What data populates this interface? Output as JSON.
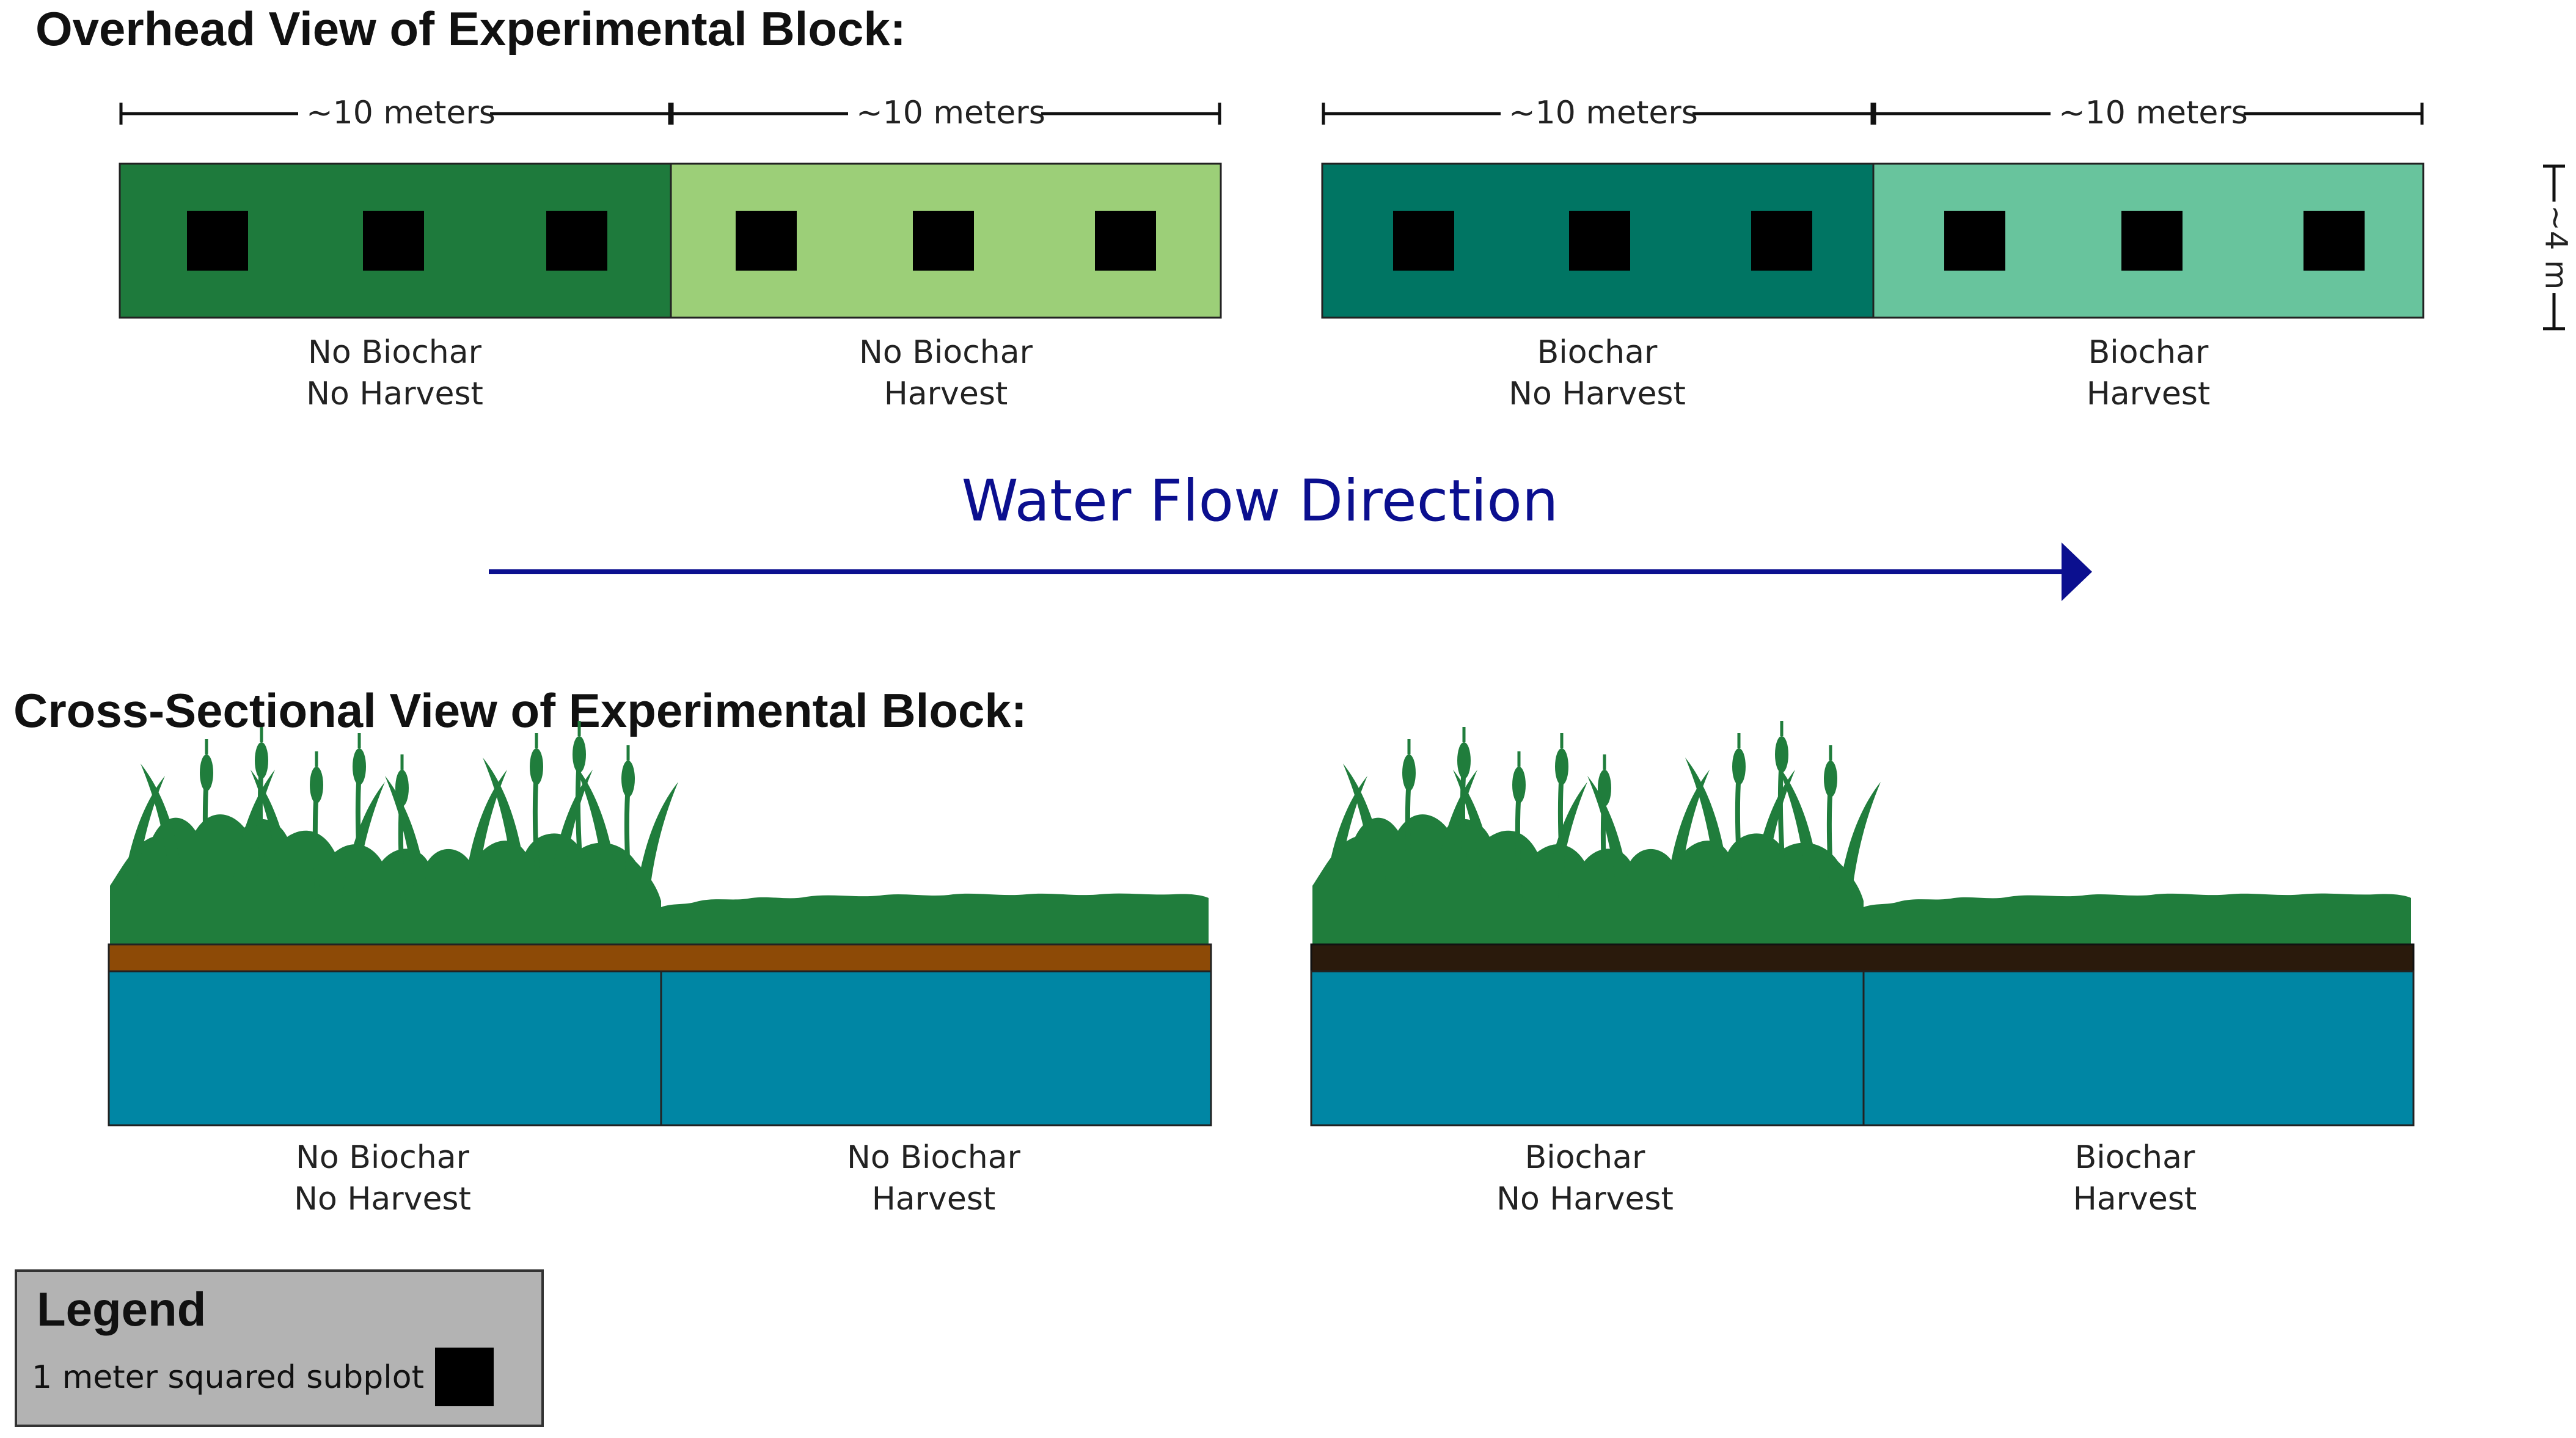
{
  "overhead": {
    "title": "Overhead View of Experimental Block:",
    "measure_label": "~10 meters",
    "width_label": "~4 m",
    "plots": [
      {
        "line1": "No Biochar",
        "line2": "No Harvest",
        "color": "#1e7a3c"
      },
      {
        "line1": "No Biochar",
        "line2": "Harvest",
        "color": "#9ccf78"
      },
      {
        "line1": "Biochar",
        "line2": "No Harvest",
        "color": "#007563"
      },
      {
        "line1": "Biochar",
        "line2": "Harvest",
        "color": "#68c49d"
      }
    ]
  },
  "flow": {
    "label": "Water Flow Direction",
    "color": "#0b0f8f"
  },
  "cross": {
    "title": "Cross-Sectional View of Experimental Block:",
    "water_color": "#0086a4",
    "vegetation_color": "#207d3c",
    "soil_no_biochar_color": "#8d4a06",
    "soil_biochar_color": "#2a1a0c",
    "plots": [
      {
        "line1": "No Biochar",
        "line2": "No Harvest"
      },
      {
        "line1": "No Biochar",
        "line2": "Harvest"
      },
      {
        "line1": "Biochar",
        "line2": "No Harvest"
      },
      {
        "line1": "Biochar",
        "line2": "Harvest"
      }
    ]
  },
  "legend": {
    "title": "Legend",
    "subplot_label": "1 meter squared subplot ="
  }
}
